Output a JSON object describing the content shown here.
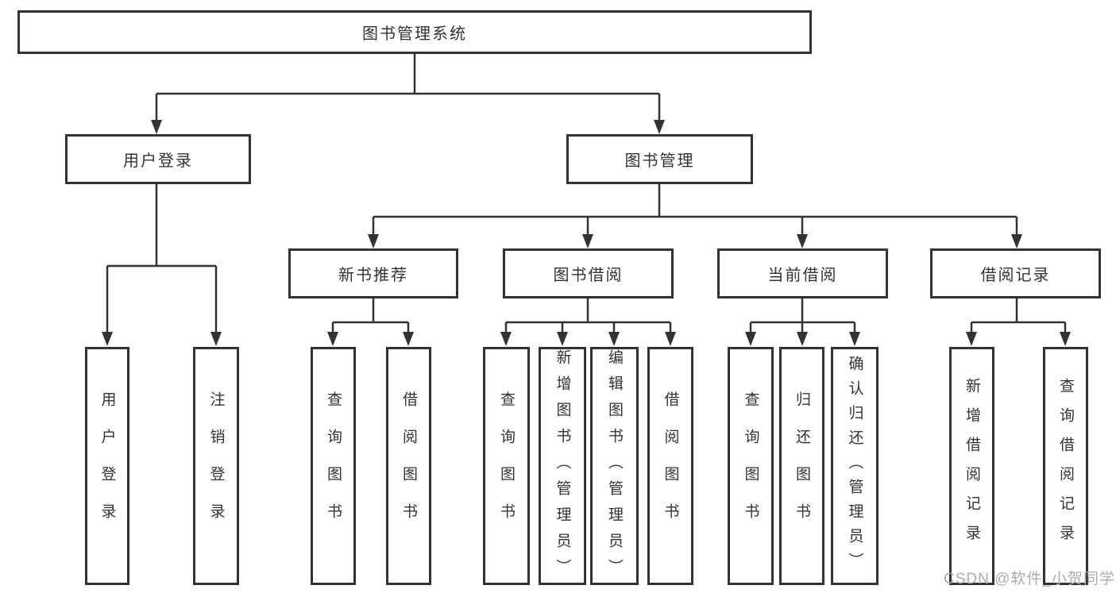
{
  "tree": {
    "label": "图书管理系统",
    "children": [
      {
        "label": "用户登录",
        "children": [
          {
            "label": "用户登录"
          },
          {
            "label": "注销登录"
          }
        ]
      },
      {
        "label": "图书管理",
        "children": [
          {
            "label": "新书推荐",
            "children": [
              {
                "label": "查询图书"
              },
              {
                "label": "借阅图书"
              }
            ]
          },
          {
            "label": "图书借阅",
            "children": [
              {
                "label": "查询图书"
              },
              {
                "label": "新增图书（管理员）"
              },
              {
                "label": "编辑图书（管理员）"
              },
              {
                "label": "借阅图书"
              }
            ]
          },
          {
            "label": "当前借阅",
            "children": [
              {
                "label": "查询图书"
              },
              {
                "label": "归还图书"
              },
              {
                "label": "确认归还（管理员）"
              }
            ]
          },
          {
            "label": "借阅记录",
            "children": [
              {
                "label": "新增借阅记录"
              },
              {
                "label": "查询借阅记录"
              }
            ]
          }
        ]
      }
    ]
  },
  "watermark": {
    "text": "CSDN @软件_小贺同学"
  },
  "colors": {
    "line": "#333333",
    "text": "#333333",
    "watermark": "#adadad",
    "background": "#ffffff"
  }
}
